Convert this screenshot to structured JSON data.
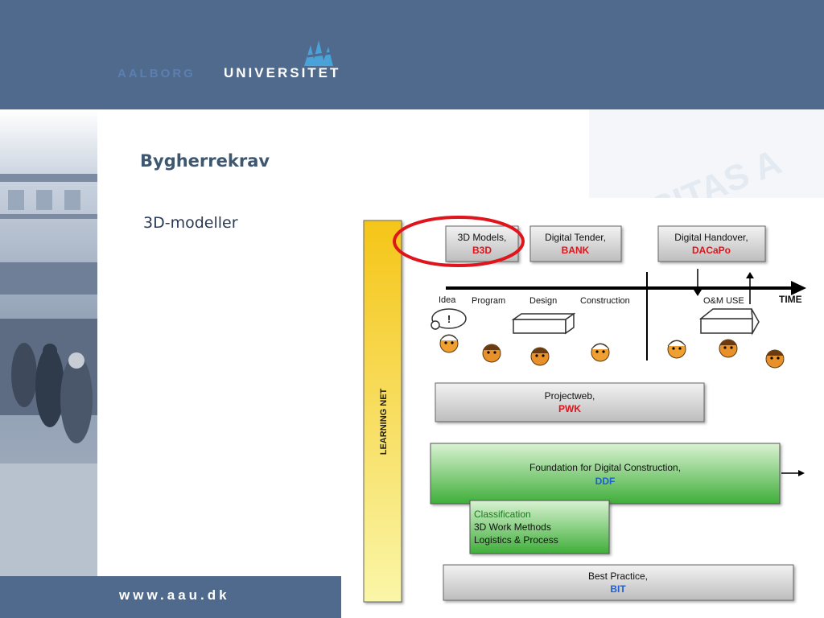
{
  "header": {
    "logo_word1": "AALBORG",
    "logo_word2": "UNIVERSITET",
    "seal_text": "SITAS A"
  },
  "slide": {
    "title": "Bygherrekrav",
    "bullet": "3D-modeller"
  },
  "footer": {
    "url": "www.aau.dk"
  },
  "diagram": {
    "learning_net": "LEARNING NET",
    "timeline_label": "TIME",
    "phases": [
      "Idea",
      "Program",
      "Design",
      "Construction",
      "O&M USE"
    ],
    "idea_bubble": "!",
    "top_boxes": [
      {
        "line1": "3D Models,",
        "line2": "B3D"
      },
      {
        "line1": "Digital Tender,",
        "line2": "BANK"
      },
      {
        "line1": "Digital Handover,",
        "line2": "DACaPo"
      }
    ],
    "projectweb": {
      "line1": "Projectweb,",
      "line2": "PWK"
    },
    "foundation": {
      "line1": "Foundation for Digital Construction,",
      "line2": "DDF"
    },
    "classification": {
      "line1": "Classification",
      "line2": "3D Work Methods",
      "line3": "Logistics & Process"
    },
    "best_practice": {
      "line1": "Best Practice,",
      "line2": "BIT"
    },
    "colors": {
      "accent_red": "#e0141b",
      "acronym_blue": "#1f5fcf",
      "classification_green": "#1a7a1a",
      "learning_net_yellow": "#f5c518"
    }
  }
}
